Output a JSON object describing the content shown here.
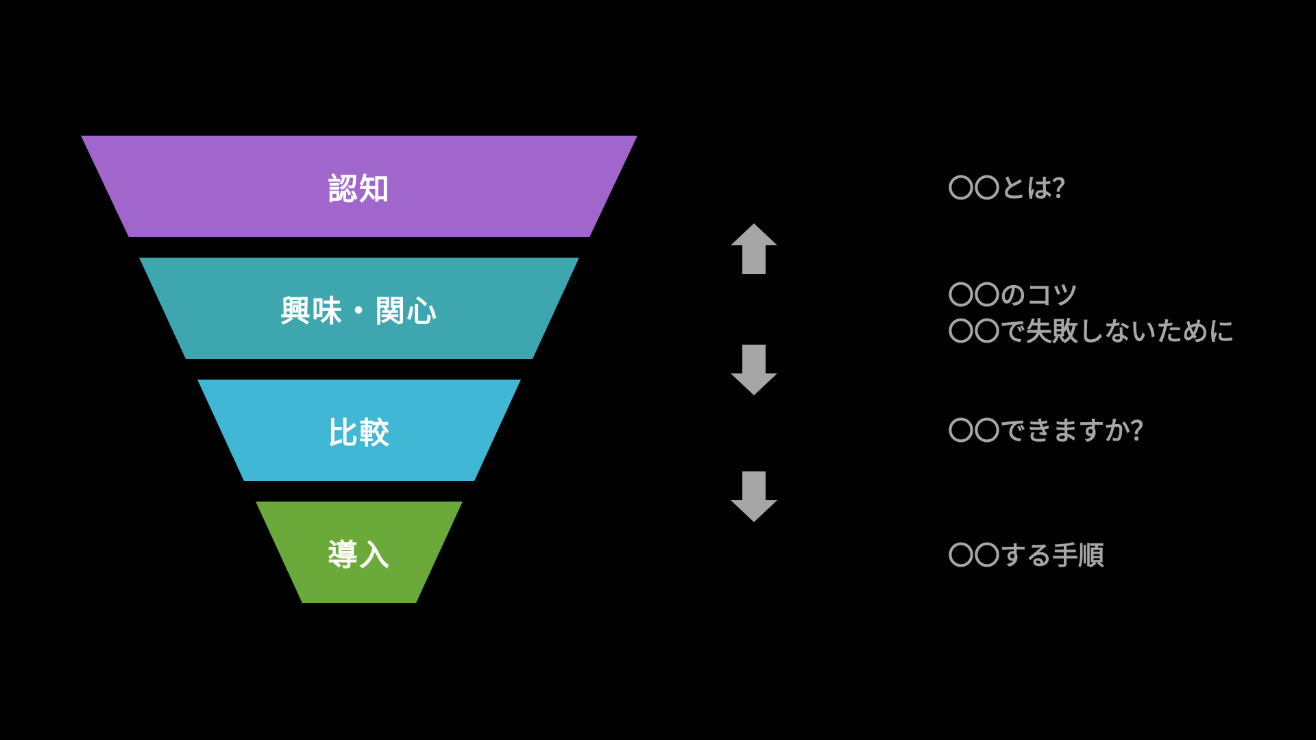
{
  "background": "#000000",
  "funnel": {
    "text_color": "#FFFFFF",
    "stages": [
      {
        "label": "認知",
        "color": "#A066CC"
      },
      {
        "label": "興味・関心",
        "color": "#3EA6AF"
      },
      {
        "label": "比較",
        "color": "#41B7D6"
      },
      {
        "label": "導入",
        "color": "#6BA93A"
      }
    ]
  },
  "arrows": {
    "color": "#A6A6A6",
    "items": [
      {
        "direction": "up"
      },
      {
        "direction": "down"
      },
      {
        "direction": "down"
      }
    ]
  },
  "annotations": {
    "color": "#A6A6A6",
    "items": [
      {
        "lines": [
          "〇〇とは？"
        ]
      },
      {
        "lines": [
          "〇〇のコツ",
          "〇〇で失敗しないために"
        ]
      },
      {
        "lines": [
          "〇〇できますか？"
        ]
      },
      {
        "lines": [
          "〇〇する手順"
        ]
      }
    ]
  }
}
